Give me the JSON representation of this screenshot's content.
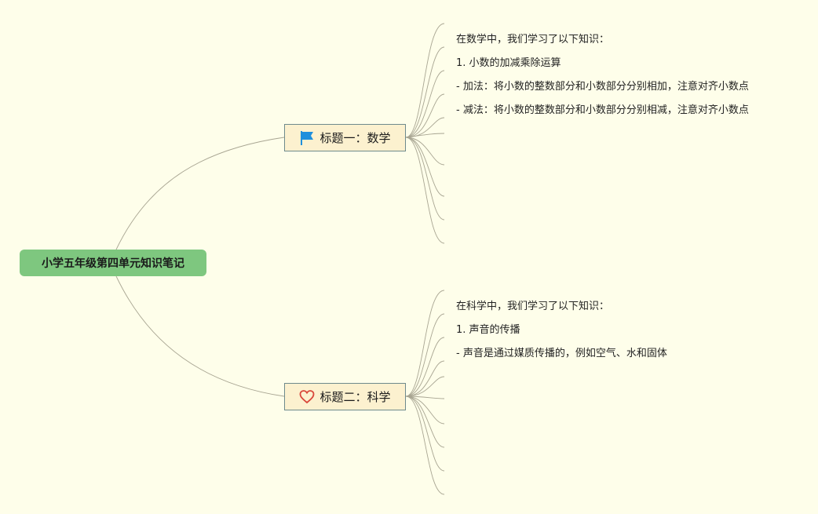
{
  "root": {
    "label": "小学五年级第四单元知识笔记"
  },
  "topics": [
    {
      "label": "标题一：数学",
      "icon": "flag-icon",
      "icon_color": "#1f8fdc",
      "notes": [
        "在数学中，我们学习了以下知识：",
        "1. 小数的加减乘除运算",
        "- 加法：将小数的整数部分和小数部分分别相加，注意对齐小数点",
        "- 减法：将小数的整数部分和小数部分分别相减，注意对齐小数点"
      ]
    },
    {
      "label": "标题二：科学",
      "icon": "heart-icon",
      "icon_color": "#d9483b",
      "notes": [
        "在科学中，我们学习了以下知识：",
        "1. 声音的传播",
        "- 声音是通过媒质传播的，例如空气、水和固体"
      ]
    }
  ],
  "colors": {
    "background": "#fefeea",
    "root_fill": "#7ec77f",
    "topic_fill": "#fcf1cf",
    "topic_border": "#6e8a8c",
    "connector": "#a8a592"
  }
}
